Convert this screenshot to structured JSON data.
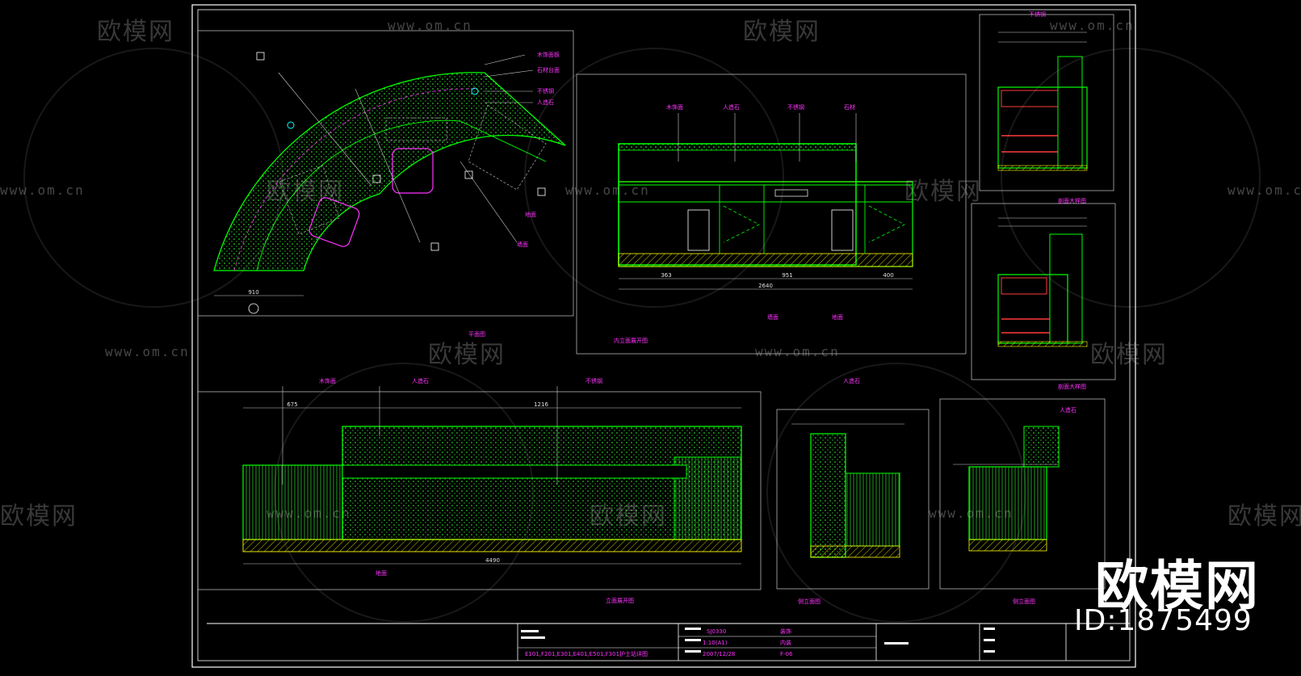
{
  "drawing": {
    "views": {
      "plan": "平面图",
      "inner_elevation": "内立面展开图",
      "outer_elevation": "立面展开图",
      "side_elevation_a": "侧立面图",
      "side_elevation_b": "侧立面图",
      "section_a": "剖面大样图",
      "section_b": "剖面大样图"
    },
    "plan_dims": {
      "width": "910"
    },
    "inner_dims": {
      "total": "2640",
      "d1": "363",
      "d2": "951",
      "d3": "400"
    },
    "outer_dims": {
      "top_left": "675",
      "top_right": "1216",
      "total": "4490"
    },
    "title_block": {
      "project_code": "SJ0330",
      "scale": "1:10(A1)",
      "date": "2007/12/28",
      "drawing_no": "F-06",
      "discipline": "装饰",
      "category": "内装",
      "sheet_title": "E101,F201,E301,E401,E501,F301护士站详图"
    }
  },
  "watermark": {
    "brand": "欧模网",
    "url": "www.om.cn",
    "id": "ID:1875499"
  },
  "colors": {
    "background": "#000000",
    "frame": "#ffffff",
    "outline": "#00ff00",
    "annotation": "#ff33ff",
    "hatch_band": "#ffff00",
    "section_red": "#ff3b3b"
  }
}
